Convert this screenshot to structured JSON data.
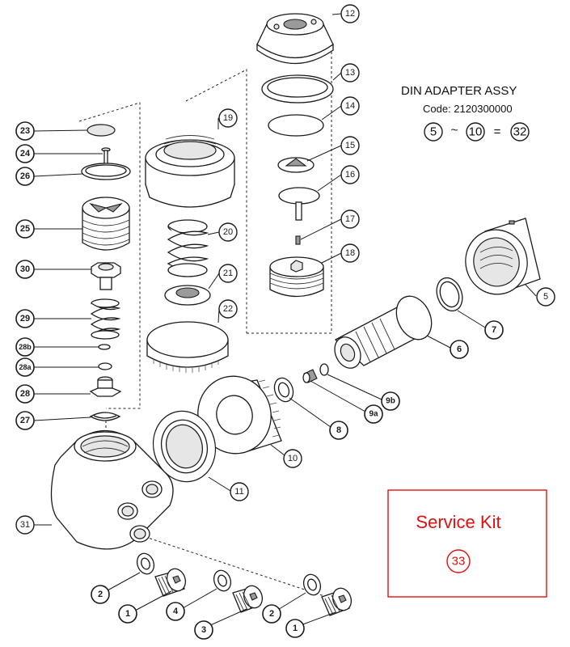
{
  "title": "DIN ADAPTER ASSY",
  "code": "Code: 2120300000",
  "equation": {
    "from": "5",
    "tilde": "~",
    "to": "10",
    "equals": "=",
    "result": "32"
  },
  "service_kit": {
    "label": "Service Kit",
    "number": "33"
  },
  "callouts": {
    "c12": "12",
    "c13": "13",
    "c14": "14",
    "c15": "15",
    "c16": "16",
    "c17": "17",
    "c18": "18",
    "c19": "19",
    "c20": "20",
    "c21": "21",
    "c22": "22",
    "c23": "23",
    "c24": "24",
    "c26": "26",
    "c25": "25",
    "c30": "30",
    "c29": "29",
    "c28b": "28b",
    "c28a": "28a",
    "c28": "28",
    "c27": "27",
    "c31": "31",
    "c5": "5",
    "c7": "7",
    "c6": "6",
    "c9b": "9b",
    "c9a": "9a",
    "c8": "8",
    "c10": "10",
    "c11": "11",
    "c2a": "2",
    "c1a": "1",
    "c4": "4",
    "c3": "3",
    "c2b": "2",
    "c1b": "1"
  }
}
